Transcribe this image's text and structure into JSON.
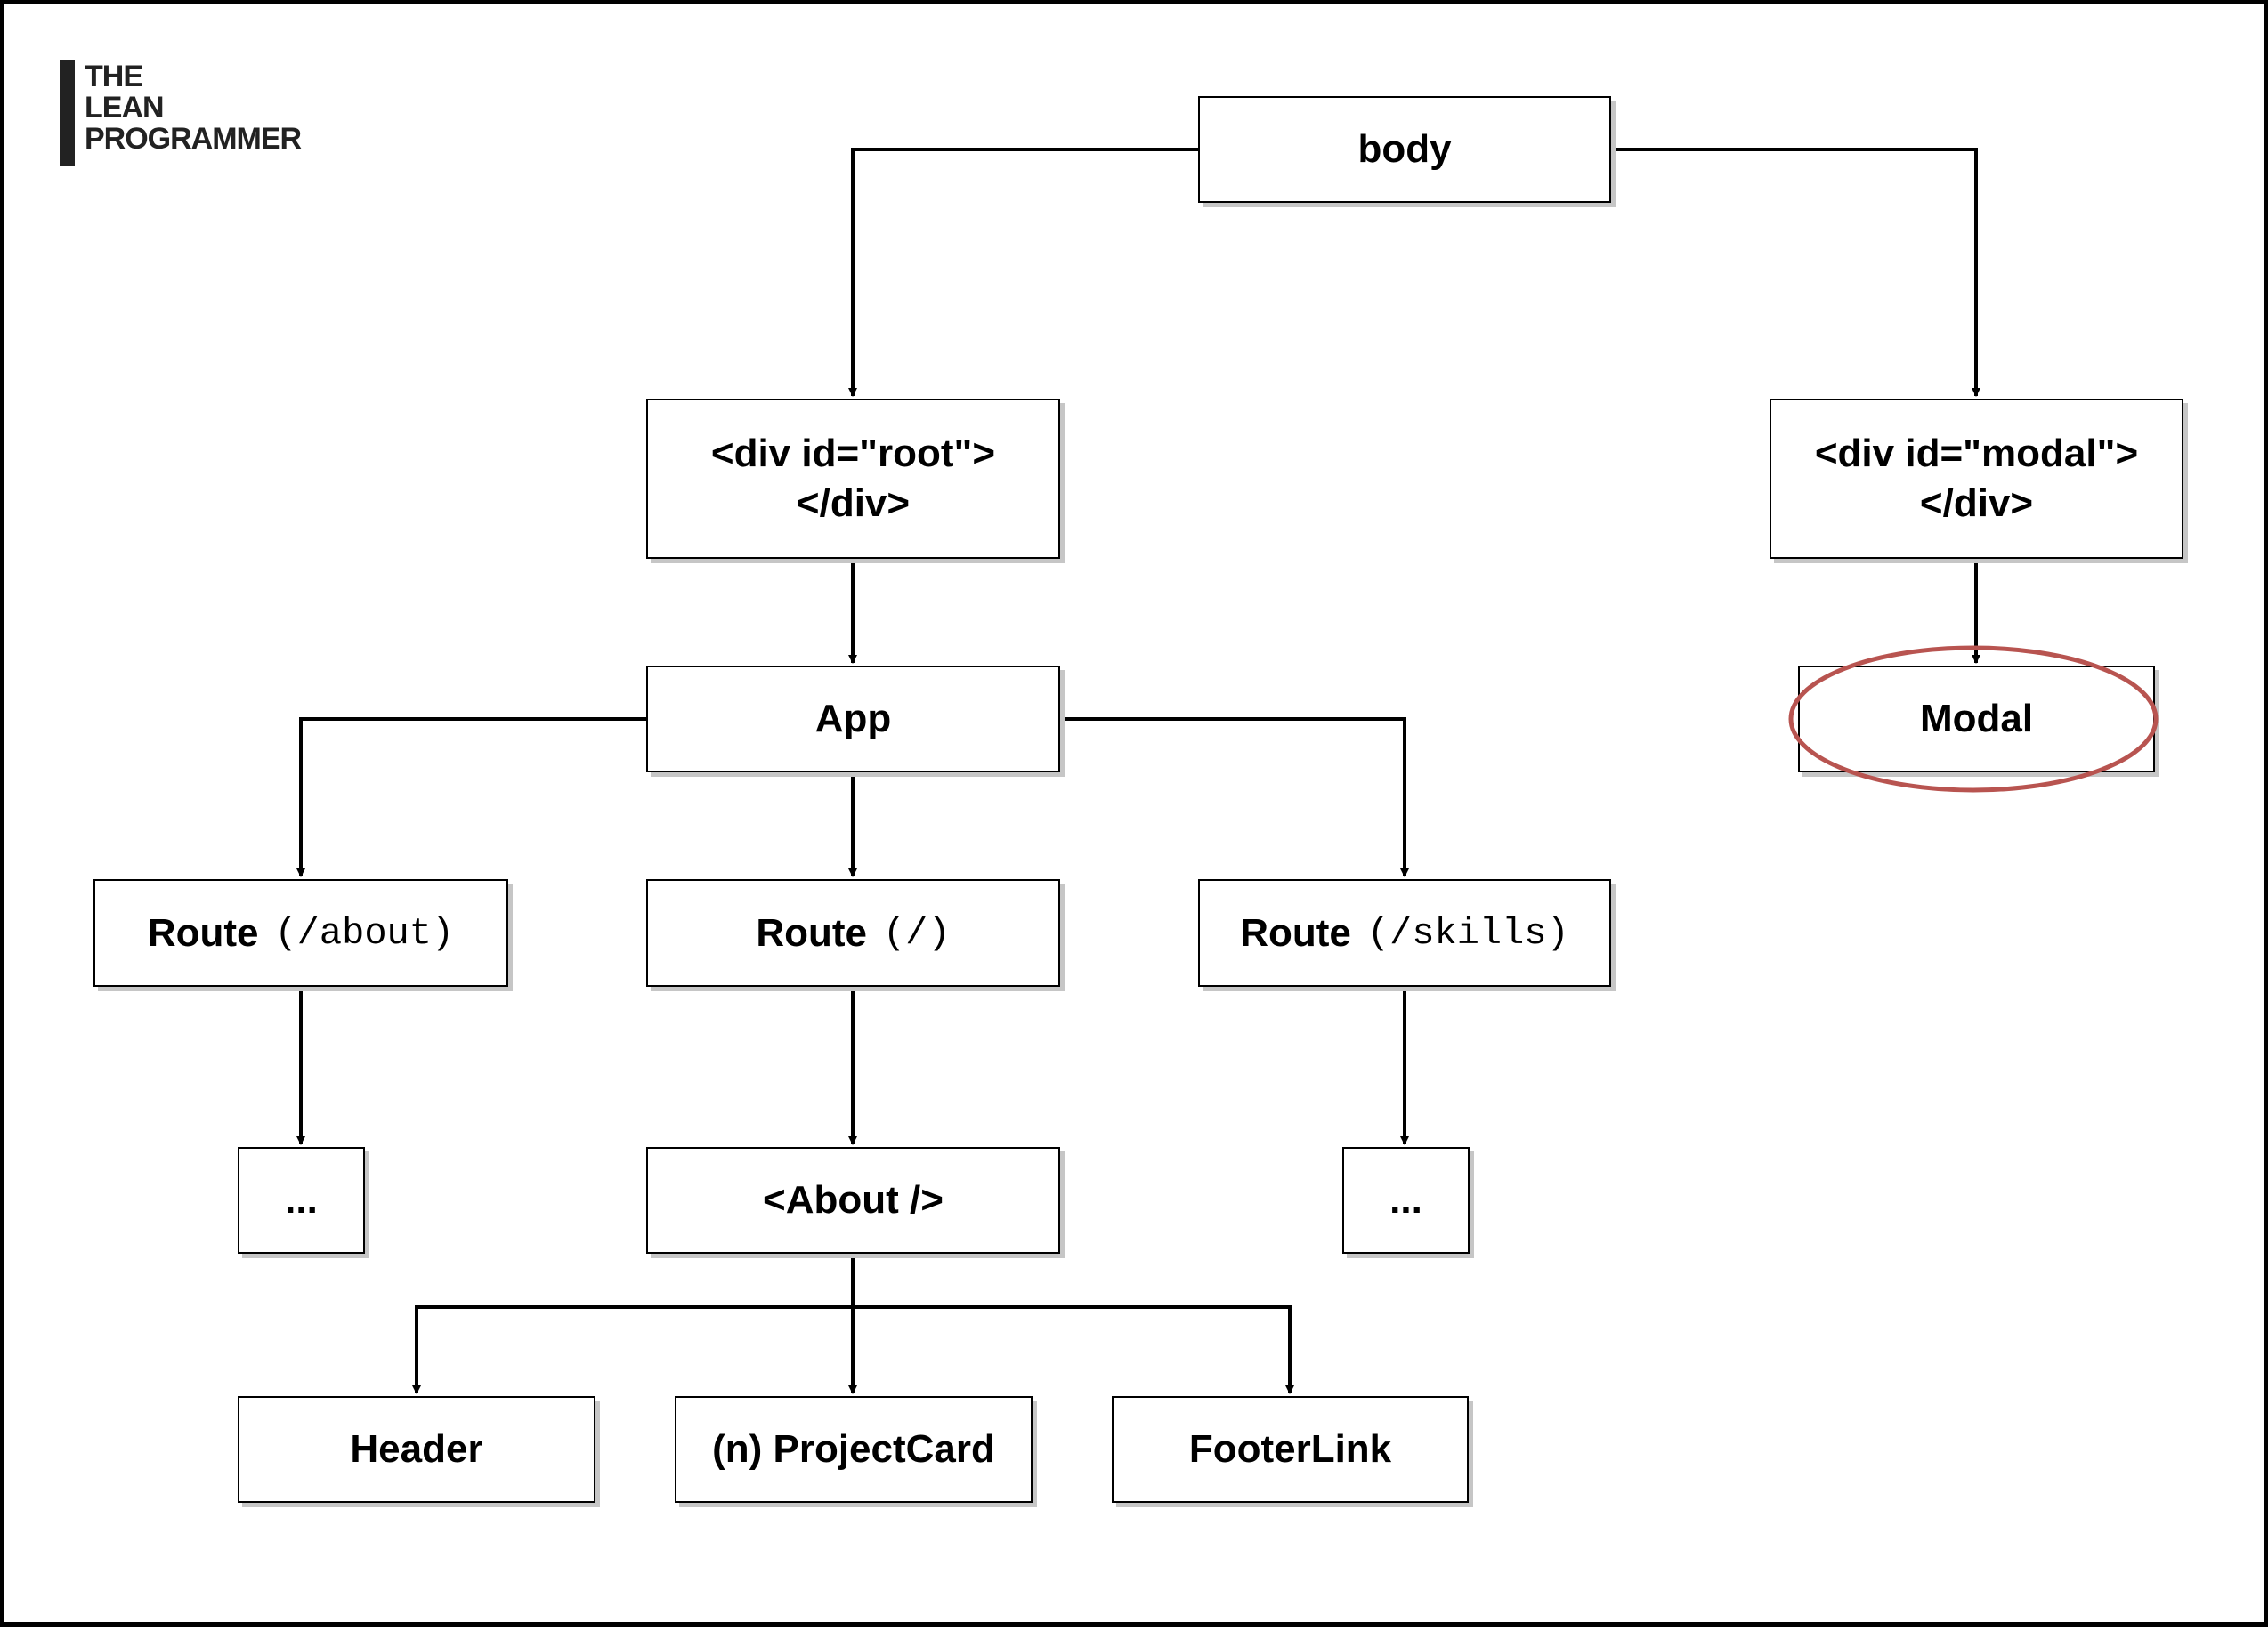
{
  "logo": {
    "lines": [
      "THE",
      "LEAN",
      "PROGRAMMER"
    ]
  },
  "nodes": {
    "body": {
      "label": "body"
    },
    "root": {
      "lines": [
        "<div id=\"root\">",
        "</div>"
      ]
    },
    "modal_div": {
      "lines": [
        "<div id=\"modal\">",
        "</div>"
      ]
    },
    "app": {
      "label": "App"
    },
    "modal": {
      "label": "Modal"
    },
    "route_about": {
      "label": "Route",
      "path": "(/about)"
    },
    "route_home": {
      "label": "Route",
      "path": "(/)"
    },
    "route_skills": {
      "label": "Route",
      "path": "(/skills)"
    },
    "ellipsis_left": {
      "label": "..."
    },
    "about_component": {
      "label": "<About />"
    },
    "ellipsis_right": {
      "label": "..."
    },
    "header": {
      "label": "Header"
    },
    "project_card": {
      "label": "(n) ProjectCard"
    },
    "footer_link": {
      "label": "FooterLink"
    }
  },
  "colors": {
    "line": "#000000",
    "highlight": "#b85450",
    "shadow": "#c6c6c6"
  }
}
